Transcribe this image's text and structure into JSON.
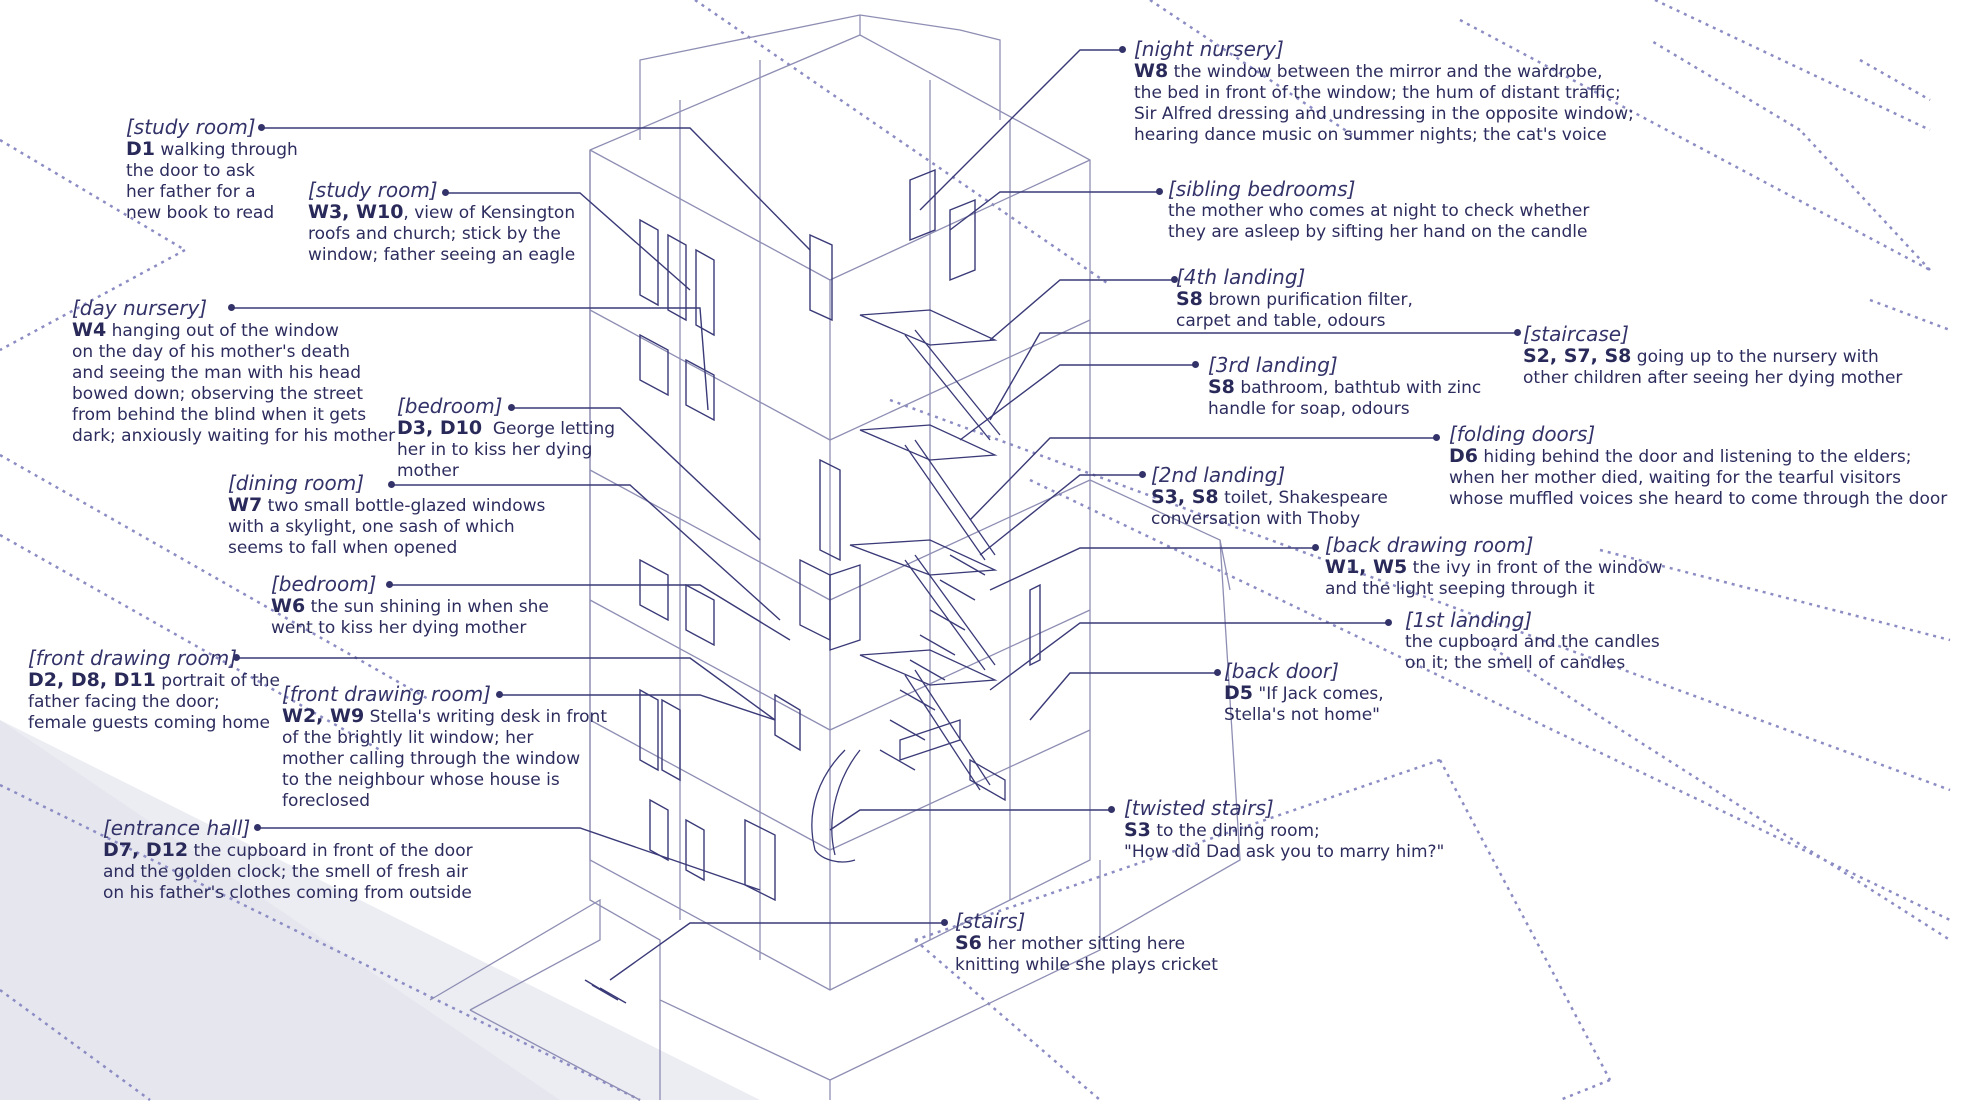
{
  "annotations": [
    {
      "id": "study-room-d1",
      "title": "[study room]",
      "codes": "D1",
      "lines": [
        "walking through",
        "the door to ask",
        "her father for a",
        "new book to read"
      ]
    },
    {
      "id": "study-room-w3",
      "title": "[study room]",
      "codes": "W3, W10",
      "lines": [
        ", view of Kensington",
        "roofs and church; stick by the",
        "window; father seeing an eagle"
      ]
    },
    {
      "id": "day-nursery",
      "title": "[day nursery]",
      "codes": "W4",
      "lines": [
        "hanging out of the window",
        "on the day of his mother's death",
        "and seeing the man with his head",
        "bowed down; observing the street",
        "from behind the blind when it gets",
        "dark; anxiously waiting for his mother"
      ]
    },
    {
      "id": "bedroom-d3",
      "title": "[bedroom]",
      "codes": "D3, D10",
      "lines": [
        "George letting",
        "her in to kiss her dying",
        "mother"
      ]
    },
    {
      "id": "dining-room",
      "title": "[dining room]",
      "codes": "W7",
      "lines": [
        "two small bottle-glazed windows",
        "with a skylight, one sash of which",
        "seems to fall when opened"
      ]
    },
    {
      "id": "bedroom-w6",
      "title": "[bedroom]",
      "codes": "W6",
      "lines": [
        "the sun shining in when she",
        "went to kiss her dying mother"
      ]
    },
    {
      "id": "front-drawing-room-d2",
      "title": "[front drawing room]",
      "codes": "D2, D8, D11",
      "lines": [
        "portrait of the",
        "father facing the door;",
        "female guests coming home"
      ]
    },
    {
      "id": "front-drawing-room-w2",
      "title": "[front drawing room]",
      "codes": "W2, W9",
      "lines": [
        "Stella's writing desk in front",
        "of the brightly lit window; her",
        "mother calling through the window",
        "to the neighbour whose house is",
        "foreclosed"
      ]
    },
    {
      "id": "entrance-hall",
      "title": "[entrance hall]",
      "codes": "D7, D12",
      "lines": [
        "the cupboard in front of the door",
        "and the golden clock; the smell of fresh air",
        "on his father's clothes coming from outside"
      ]
    },
    {
      "id": "night-nursery",
      "title": "[night nursery]",
      "codes": "W8",
      "lines": [
        "the window between the mirror and the wardrobe,",
        "the bed in front of the window; the hum of distant traffic;",
        "Sir Alfred dressing and undressing in the opposite window;",
        "hearing dance music on summer nights; the cat's voice"
      ]
    },
    {
      "id": "sibling-bedrooms",
      "title": "[sibling bedrooms]",
      "codes": "",
      "lines": [
        "the mother who comes at night to check whether",
        "they are asleep by sifting her hand on the candle"
      ]
    },
    {
      "id": "fourth-landing",
      "title": "[4th landing]",
      "codes": "S8",
      "lines": [
        "brown purification filter,",
        "carpet and table, odours"
      ]
    },
    {
      "id": "staircase",
      "title": "[staircase]",
      "codes": "S2, S7, S8",
      "lines": [
        "going up to the nursery with",
        "other children after seeing her dying mother"
      ]
    },
    {
      "id": "third-landing",
      "title": "[3rd landing]",
      "codes": "S8",
      "lines": [
        "bathroom, bathtub with zinc",
        "handle for soap, odours"
      ]
    },
    {
      "id": "folding-doors",
      "title": "[folding doors]",
      "codes": "D6",
      "lines": [
        "hiding behind the door and listening to the elders;",
        "when her mother died, waiting for the tearful visitors",
        "whose muffled voices she heard to come through the door"
      ]
    },
    {
      "id": "second-landing",
      "title": "[2nd landing]",
      "codes": "S3, S8",
      "lines": [
        "toilet, Shakespeare",
        "conversation with Thoby"
      ]
    },
    {
      "id": "back-drawing-room",
      "title": "[back drawing room]",
      "codes": "W1, W5",
      "lines": [
        "the ivy in front of the window",
        "and the light seeping through it"
      ]
    },
    {
      "id": "first-landing",
      "title": "[1st landing]",
      "codes": "",
      "lines": [
        "the cupboard and the candles",
        "on it; the smell of candles"
      ]
    },
    {
      "id": "back-door",
      "title": "[back door]",
      "codes": "D5",
      "lines": [
        "\"If Jack comes,",
        "Stella's not home\""
      ]
    },
    {
      "id": "twisted-stairs",
      "title": "[twisted stairs]",
      "codes": "S3",
      "lines": [
        "to the dining room;",
        "\"How did Dad ask you to marry him?\""
      ]
    },
    {
      "id": "stairs",
      "title": "[stairs]",
      "codes": "S6",
      "lines": [
        "her mother sitting here",
        "knitting while she plays cricket"
      ]
    }
  ],
  "colors": {
    "ink": "#33336a",
    "line": "#8a8ab0",
    "dashed": "#9090c0",
    "ground": "#ebebf2",
    "leader": "#3a3a78"
  }
}
